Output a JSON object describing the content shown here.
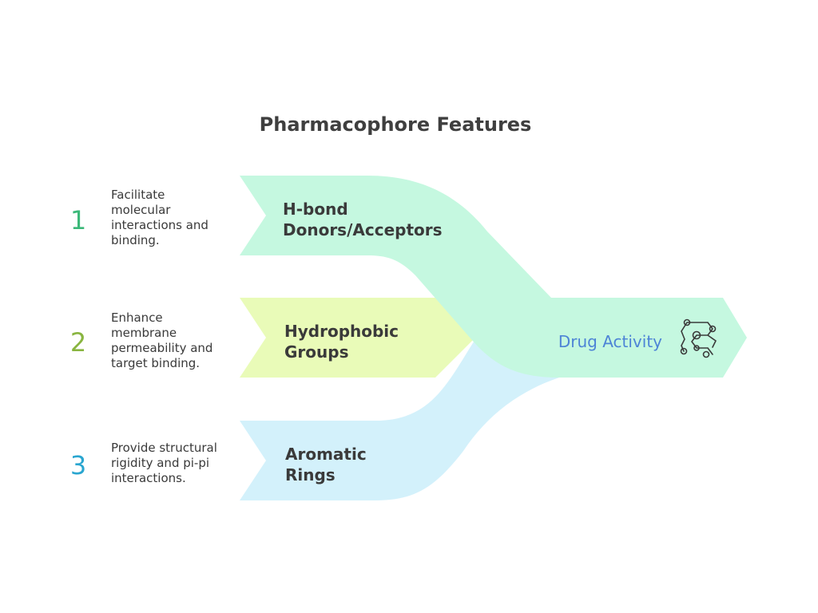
{
  "title": "Pharmacophore Features",
  "features": [
    {
      "number": "1",
      "label_lines": [
        "H-bond",
        "Donors/Acceptors"
      ],
      "description_lines": [
        "Facilitate",
        "molecular",
        "interactions and",
        "binding."
      ]
    },
    {
      "number": "2",
      "label_lines": [
        "Hydrophobic",
        "Groups"
      ],
      "description_lines": [
        "Enhance",
        "membrane",
        "permeability and",
        "target binding."
      ]
    },
    {
      "number": "3",
      "label_lines": [
        "Aromatic",
        "Rings"
      ],
      "description_lines": [
        "Provide structural",
        "rigidity and pi-pi",
        "interactions."
      ]
    }
  ],
  "output": {
    "label": "Drug Activity",
    "icon": "molecule-network-icon"
  },
  "colors": {
    "band_1": "#c5f8e0",
    "band_2": "#e9fbb8",
    "band_3": "#d3f1fb",
    "number_1": "#3cb879",
    "number_2": "#89b540",
    "number_3": "#2aa6d0",
    "output_text": "#4d84d6"
  }
}
